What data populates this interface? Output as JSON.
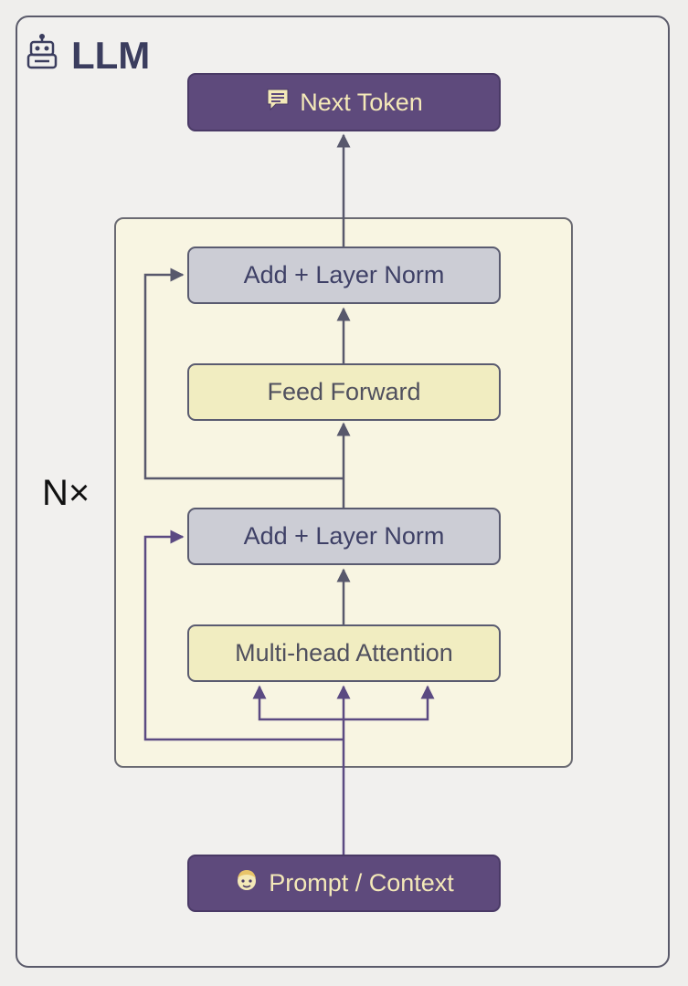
{
  "title": {
    "text": "LLM",
    "icon": "robot-icon"
  },
  "repeat_label": "N×",
  "boxes": {
    "next_token": {
      "label": "Next Token",
      "icon": "speech-bubble-icon"
    },
    "add_norm_top": {
      "label": "Add + Layer Norm"
    },
    "feed_forward": {
      "label": "Feed Forward"
    },
    "add_norm_bottom": {
      "label": "Add + Layer Norm"
    },
    "attention": {
      "label": "Multi-head Attention"
    },
    "prompt": {
      "label": "Prompt / Context",
      "icon": "face-icon"
    }
  },
  "colors": {
    "io_fill": "#5e4a7c",
    "io_text": "#f4e9b8",
    "norm_fill": "#cccdd5",
    "ff_fill": "#f1edc1",
    "block_fill": "#f8f5e2",
    "wire": "#58586c",
    "input_wire": "#5b4a82"
  }
}
